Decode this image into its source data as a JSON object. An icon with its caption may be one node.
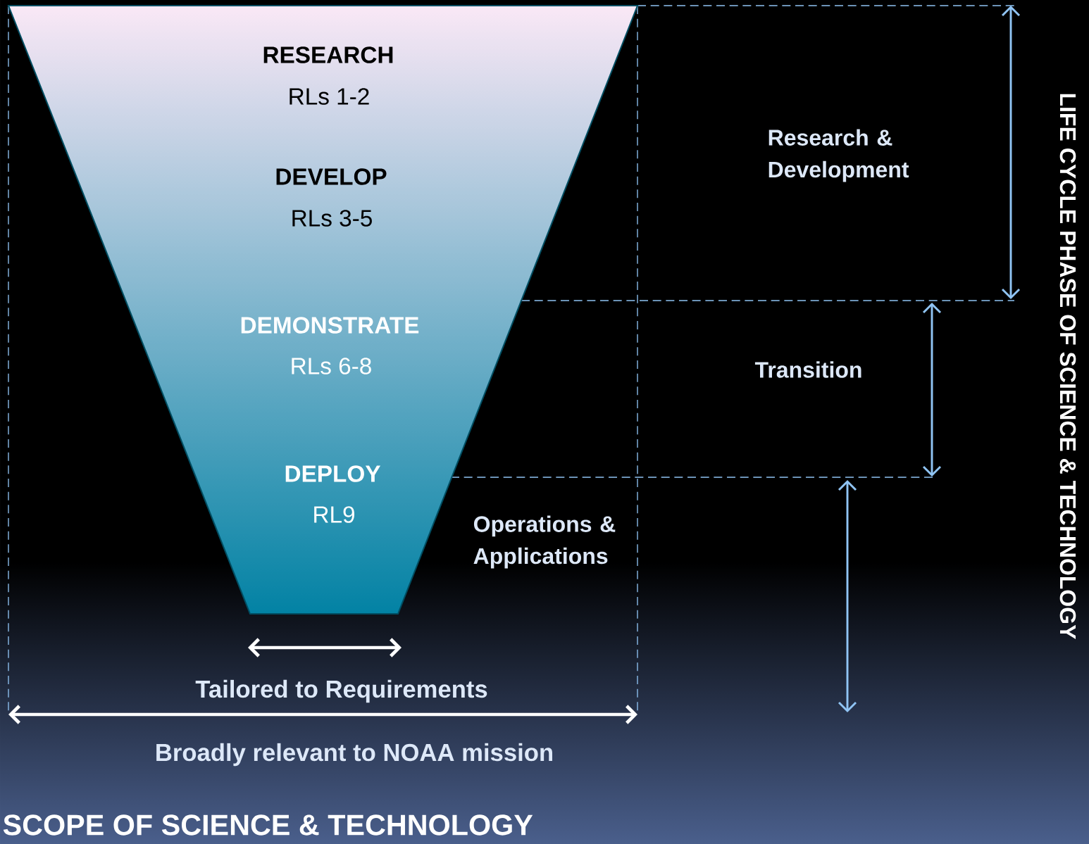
{
  "diagram": {
    "nodes": [
      {
        "text": [
          "RESEARCH",
          "RLs 1-2",
          "DEVELOP",
          "RLs 3-5",
          "DEMONSTRATE",
          "RLs 6-8",
          "DEPLOY",
          "RL9"
        ]
      }
    ],
    "labels": [
      "Research & Development",
      "Transition",
      "Operations & Applications",
      "Tailored to Requirements",
      "Broadly relevant to NOAA mission",
      "SCOPE OF SCIENCE & TECHNOLOGY",
      "LIFE CYCLE PHASE OF SCIENCE & TECHNOLOGY"
    ]
  }
}
